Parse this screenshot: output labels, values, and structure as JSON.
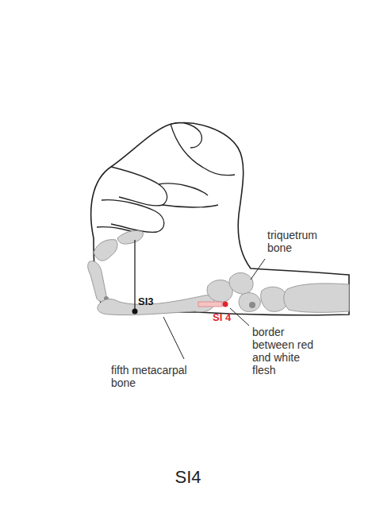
{
  "diagram": {
    "caption": "SI4",
    "labels": [
      "triquetrum bone",
      "SI3",
      "SI 4",
      "fifth metacarpal bone",
      "border between red and white flesh"
    ]
  }
}
